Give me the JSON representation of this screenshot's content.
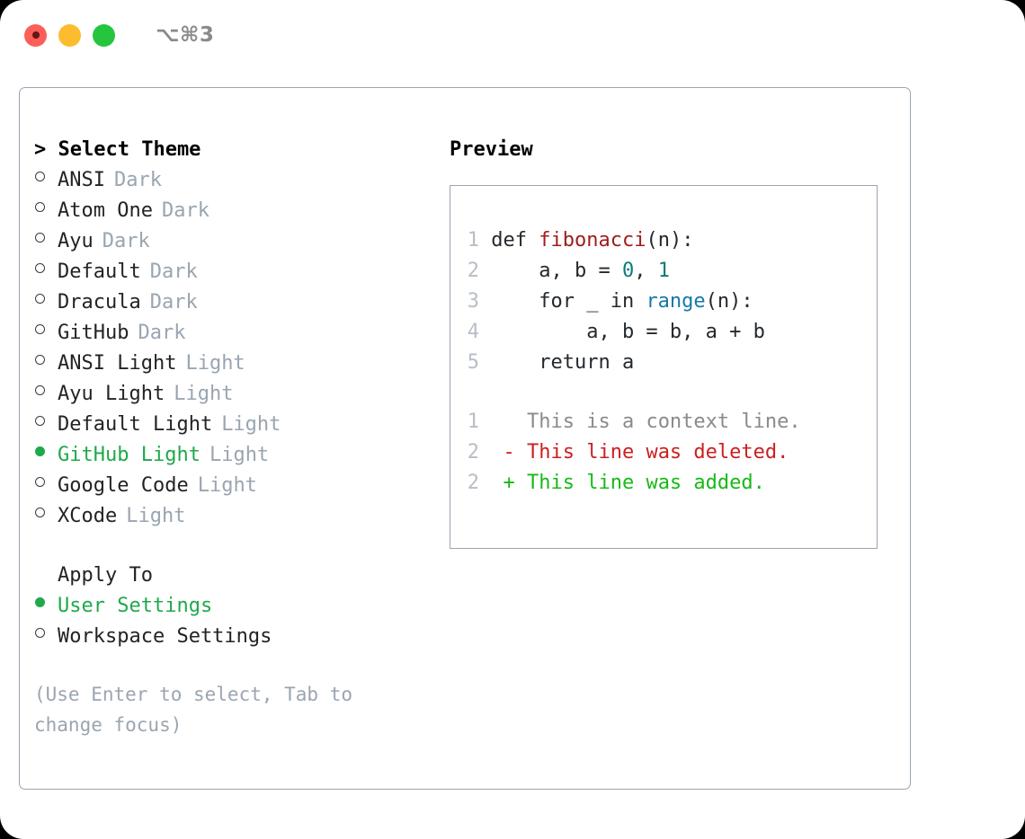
{
  "titlebar": {
    "shortcut": "⌥⌘3",
    "lights": [
      {
        "name": "close",
        "color": "#fc5e59"
      },
      {
        "name": "minimize",
        "color": "#fcbc2d"
      },
      {
        "name": "maximize",
        "color": "#25c63e"
      }
    ]
  },
  "theme_panel": {
    "header": "> Select Theme",
    "items": [
      {
        "label": "ANSI",
        "badge": "Dark",
        "selected": false
      },
      {
        "label": "Atom One",
        "badge": "Dark",
        "selected": false
      },
      {
        "label": "Ayu",
        "badge": "Dark",
        "selected": false
      },
      {
        "label": "Default",
        "badge": "Dark",
        "selected": false
      },
      {
        "label": "Dracula",
        "badge": "Dark",
        "selected": false
      },
      {
        "label": "GitHub",
        "badge": "Dark",
        "selected": false
      },
      {
        "label": "ANSI Light",
        "badge": "Light",
        "selected": false
      },
      {
        "label": "Ayu Light",
        "badge": "Light",
        "selected": false
      },
      {
        "label": "Default Light",
        "badge": "Light",
        "selected": false
      },
      {
        "label": "GitHub Light",
        "badge": "Light",
        "selected": true
      },
      {
        "label": "Google Code",
        "badge": "Light",
        "selected": false
      },
      {
        "label": "XCode",
        "badge": "Light",
        "selected": false
      }
    ]
  },
  "apply_to": {
    "header": "Apply To",
    "options": [
      {
        "label": "User Settings",
        "selected": true
      },
      {
        "label": "Workspace Settings",
        "selected": false
      }
    ]
  },
  "hint": "(Use Enter to select, Tab to change focus)",
  "preview": {
    "title": "Preview",
    "code_lines": [
      {
        "num": "1",
        "tokens": [
          {
            "text": "def ",
            "cls": "tok-def"
          },
          {
            "text": "fibonacci",
            "cls": "tok-fn"
          },
          {
            "text": "(n):",
            "cls": "tok-plain"
          }
        ]
      },
      {
        "num": "2",
        "tokens": [
          {
            "text": "    a, b = ",
            "cls": "tok-plain"
          },
          {
            "text": "0",
            "cls": "tok-num"
          },
          {
            "text": ", ",
            "cls": "tok-plain"
          },
          {
            "text": "1",
            "cls": "tok-num"
          }
        ]
      },
      {
        "num": "3",
        "tokens": [
          {
            "text": "    for _ in ",
            "cls": "tok-kw"
          },
          {
            "text": "range",
            "cls": "tok-call"
          },
          {
            "text": "(n):",
            "cls": "tok-plain"
          }
        ]
      },
      {
        "num": "4",
        "tokens": [
          {
            "text": "        a, b = b, a + b",
            "cls": "tok-plain"
          }
        ]
      },
      {
        "num": "5",
        "tokens": [
          {
            "text": "    return a",
            "cls": "tok-plain"
          }
        ]
      }
    ],
    "diff_lines": [
      {
        "num": "1",
        "marker": " ",
        "text": " This is a context line.",
        "cls": "d-ctx"
      },
      {
        "num": "2",
        "marker": "-",
        "text": " This line was deleted.",
        "cls": "d-del"
      },
      {
        "num": "2",
        "marker": "+",
        "text": " This line was added.",
        "cls": "d-add"
      }
    ]
  }
}
